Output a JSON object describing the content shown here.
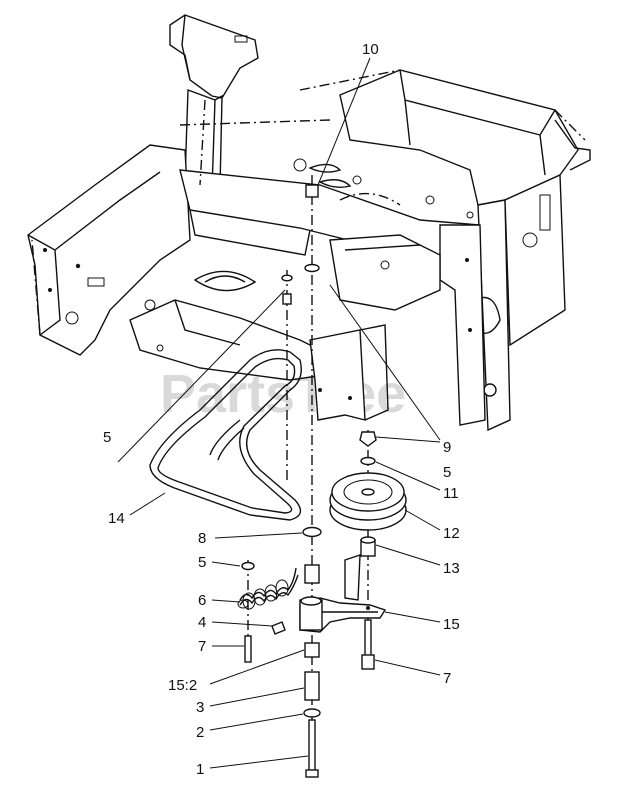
{
  "watermark": "PartsTree",
  "callouts": {
    "c10": "10",
    "c9": "9",
    "c5a": "5",
    "c5b": "5",
    "c11": "11",
    "c12": "12",
    "c13": "13",
    "c14": "14",
    "c8": "8",
    "c5c": "5",
    "c6": "6",
    "c4": "4",
    "c7a": "7",
    "c15": "15",
    "c7b": "7",
    "c152": "15:2",
    "c3": "3",
    "c2": "2",
    "c1": "1"
  }
}
